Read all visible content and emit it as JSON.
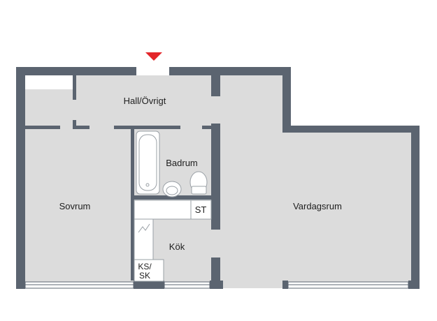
{
  "floorplan": {
    "rooms": {
      "hall": "Hall/Övrigt",
      "bathroom": "Badrum",
      "bedroom": "Sovrum",
      "living_room": "Vardagsrum",
      "kitchen": "Kök"
    },
    "fixtures": {
      "storage": "ST",
      "fridge_freezer_line1": "KS/",
      "fridge_freezer_line2": "SK"
    },
    "entrance_marker": "entrance-arrow",
    "colors": {
      "wall": "#5b6470",
      "floor": "#dcdcdc",
      "entrance_arrow": "#e3262a"
    }
  }
}
